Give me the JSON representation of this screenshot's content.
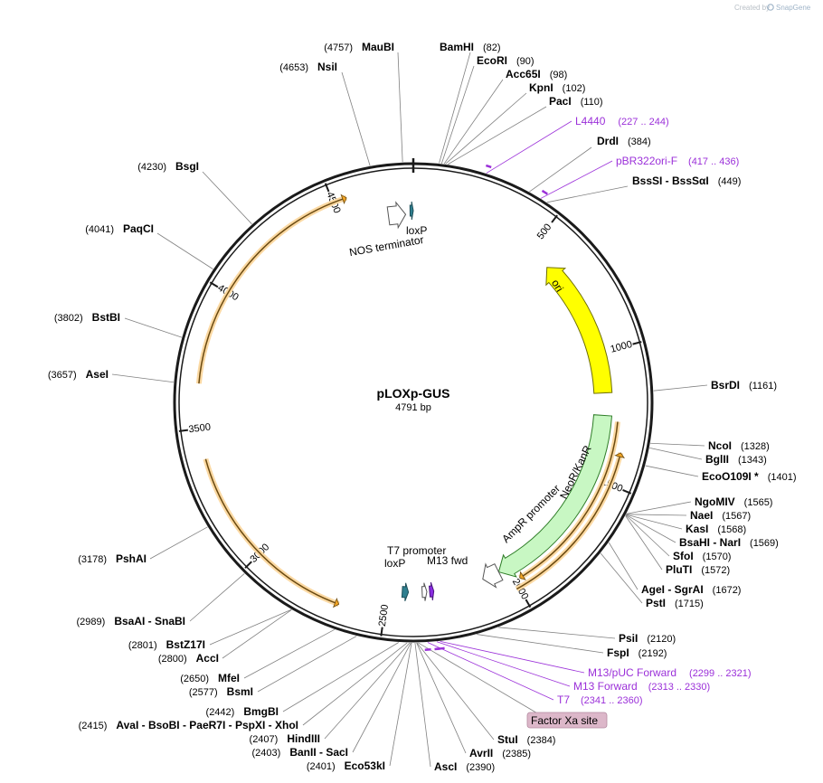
{
  "watermark": {
    "text": "Created by",
    "brand": "SnapGene"
  },
  "plasmid": {
    "name": "pLOXp-GUS",
    "length_text": "4791 bp",
    "length": 4791
  },
  "ticks": [
    {
      "pos": 500,
      "label": "500"
    },
    {
      "pos": 1000,
      "label": "1000"
    },
    {
      "pos": 1500,
      "label": "1500"
    },
    {
      "pos": 2000,
      "label": "2000"
    },
    {
      "pos": 2500,
      "label": "2500"
    },
    {
      "pos": 3000,
      "label": "3000"
    },
    {
      "pos": 3500,
      "label": "3500"
    },
    {
      "pos": 4000,
      "label": "4000"
    },
    {
      "pos": 4500,
      "label": "4500"
    }
  ],
  "features": [
    {
      "name": "ori",
      "start": 595,
      "end": 1160,
      "dir": "ccw",
      "ring": 0,
      "fill": "#ffff00",
      "stroke": "#6e6e00"
    },
    {
      "name": "NeoR/KanR",
      "start": 1250,
      "end": 2040,
      "dir": "cw",
      "ring": 0,
      "fill": "#c8f7c3",
      "stroke": "#2f7d28"
    },
    {
      "name": "AmpR promoter",
      "start": 2040,
      "end": 2110,
      "dir": "cw",
      "ring": 0,
      "fill": "#ffffff",
      "stroke": "#555555"
    },
    {
      "name": "NOS terminator",
      "start": 4690,
      "end": 4760,
      "dir": "cw",
      "ring": 0,
      "fill": "#ffffff",
      "stroke": "#555555"
    },
    {
      "name": "loxP",
      "start": 4778,
      "end": 4791,
      "dir": "cw",
      "ring": 0,
      "fill": "#2f7f8f",
      "stroke": "#1e4f59"
    },
    {
      "name": "loxP",
      "start": 2415,
      "end": 2440,
      "dir": "ccw",
      "ring": 0,
      "fill": "#2f7f8f",
      "stroke": "#1e4f59"
    },
    {
      "name": "T7 promoter",
      "start": 2341,
      "end": 2360,
      "dir": "ccw",
      "ring": 0,
      "fill": "#ffffff",
      "stroke": "#555555"
    },
    {
      "name": "M13 fwd",
      "start": 2313,
      "end": 2330,
      "dir": "ccw",
      "ring": 0,
      "fill": "#8a2be2",
      "stroke": "#4b1580"
    }
  ],
  "orfs": [
    {
      "start": 1270,
      "end": 1980,
      "dir": "cw",
      "ring": 1
    },
    {
      "start": 1380,
      "end": 2010,
      "dir": "ccw",
      "ring": 2
    },
    {
      "start": 2665,
      "end": 3390,
      "dir": "ccw",
      "ring": 3
    },
    {
      "start": 3660,
      "end": 4550,
      "dir": "cw",
      "ring": 3
    }
  ],
  "feature_labels": [
    {
      "text": "ori",
      "key": "ori"
    },
    {
      "text": "NeoR/KanR",
      "key": "neo"
    },
    {
      "text": "AmpR promoter",
      "key": "ampr"
    },
    {
      "text": "NOS terminator",
      "key": "nos"
    },
    {
      "text": "loxP",
      "key": "loxp1"
    },
    {
      "text": "loxP",
      "key": "loxp2"
    },
    {
      "text": "T7 promoter",
      "key": "t7p"
    },
    {
      "text": "M13 fwd",
      "key": "m13"
    }
  ],
  "right_sites": [
    {
      "name": "BamHI",
      "pos": "(82)"
    },
    {
      "name": "EcoRI",
      "pos": "(90)"
    },
    {
      "name": "Acc65I",
      "pos": "(98)"
    },
    {
      "name": "KpnI",
      "pos": "(102)"
    },
    {
      "name": "PacI",
      "pos": "(110)"
    },
    {
      "name": "DrdI",
      "pos": "(384)"
    },
    {
      "name": "BssSI  -  BssSαI",
      "pos": "(449)"
    },
    {
      "name": "BsrDI",
      "pos": "(1161)"
    },
    {
      "name": "NcoI",
      "pos": "(1328)"
    },
    {
      "name": "BglII",
      "pos": "(1343)"
    },
    {
      "name": "EcoO109I *",
      "pos": "(1401)"
    },
    {
      "name": "NgoMIV",
      "pos": "(1565)"
    },
    {
      "name": "NaeI",
      "pos": "(1567)"
    },
    {
      "name": "KasI",
      "pos": "(1568)"
    },
    {
      "name": "BsaHI  -  NarI",
      "pos": "(1569)"
    },
    {
      "name": "SfoI",
      "pos": "(1570)"
    },
    {
      "name": "PluTI",
      "pos": "(1572)"
    },
    {
      "name": "AgeI  -  SgrAI",
      "pos": "(1672)"
    },
    {
      "name": "PstI",
      "pos": "(1715)"
    },
    {
      "name": "PsiI",
      "pos": "(2120)"
    },
    {
      "name": "FspI",
      "pos": "(2192)"
    },
    {
      "name": "StuI",
      "pos": "(2384)"
    },
    {
      "name": "AvrII",
      "pos": "(2385)"
    },
    {
      "name": "AscI",
      "pos": "(2390)"
    }
  ],
  "left_sites": [
    {
      "name": "MauBI",
      "pos": "(4757)"
    },
    {
      "name": "NsiI",
      "pos": "(4653)"
    },
    {
      "name": "BsgI",
      "pos": "(4230)"
    },
    {
      "name": "PaqCI",
      "pos": "(4041)"
    },
    {
      "name": "BstBI",
      "pos": "(3802)"
    },
    {
      "name": "AseI",
      "pos": "(3657)"
    },
    {
      "name": "PshAI",
      "pos": "(3178)"
    },
    {
      "name": "BsaAI  -  SnaBI",
      "pos": "(2989)"
    },
    {
      "name": "BstZ17I",
      "pos": "(2801)"
    },
    {
      "name": "AccI",
      "pos": "(2800)"
    },
    {
      "name": "MfeI",
      "pos": "(2650)"
    },
    {
      "name": "BsmI",
      "pos": "(2577)"
    },
    {
      "name": "BmgBI",
      "pos": "(2442)"
    },
    {
      "name": "AvaI  -  BsoBI  -  PaeR7I  -  PspXI  -  XhoI",
      "pos": "(2415)"
    },
    {
      "name": "HindIII",
      "pos": "(2407)"
    },
    {
      "name": "BanII  -  SacI",
      "pos": "(2403)"
    },
    {
      "name": "Eco53kI",
      "pos": "(2401)"
    }
  ],
  "primers": [
    {
      "name": "L4440",
      "pos": "(227 .. 244)"
    },
    {
      "name": "pBR322ori-F",
      "pos": "(417 .. 436)"
    },
    {
      "name": "M13/pUC Forward",
      "pos": "(2299 .. 2321)"
    },
    {
      "name": "M13 Forward",
      "pos": "(2313 .. 2330)"
    },
    {
      "name": "T7",
      "pos": "(2341 .. 2360)"
    }
  ],
  "badge": {
    "text": "Factor Xa site",
    "color": "#dcb7c9"
  },
  "colors": {
    "backbone": "#1a1a1a",
    "orf": "#f5a623",
    "primer": "#9b30d9",
    "leader": "#808080"
  }
}
